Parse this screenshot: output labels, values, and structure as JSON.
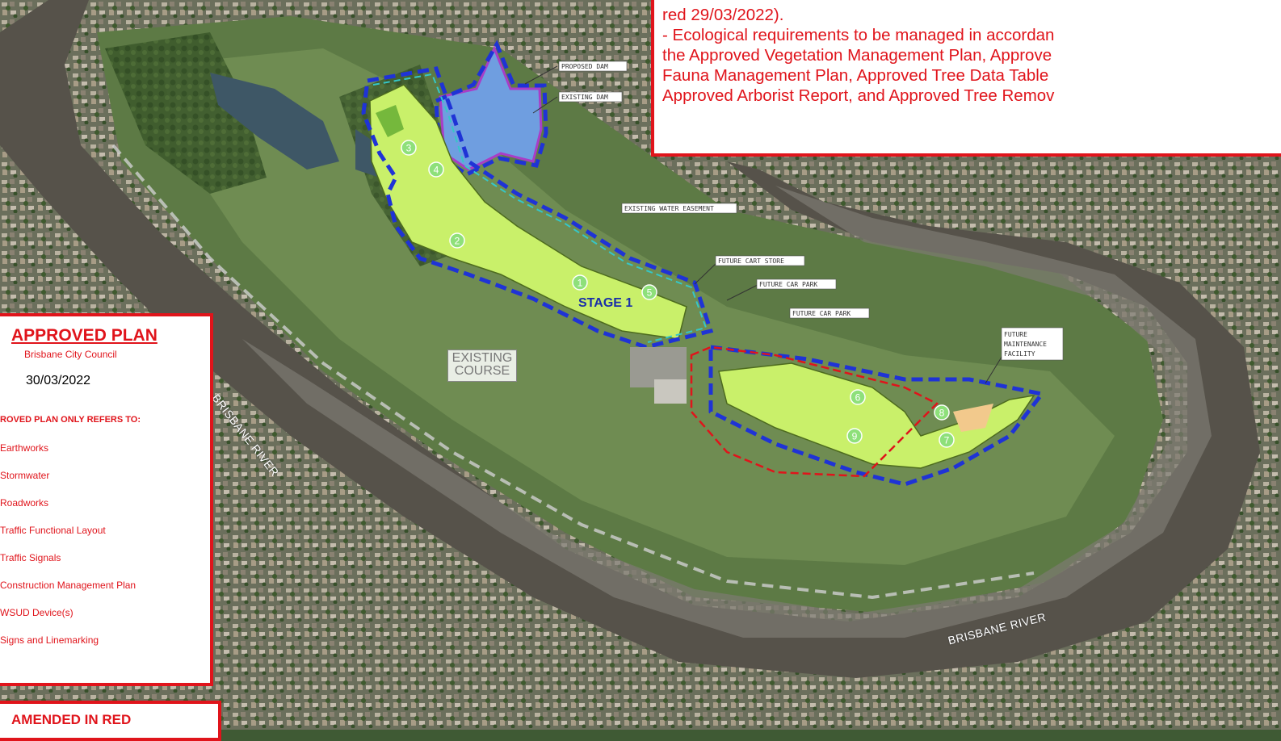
{
  "condition_note": {
    "lines": [
      "red 29/03/2022).",
      "- Ecological requirements to be managed in accordan",
      "the Approved Vegetation Management Plan, Approve",
      "Fauna Management Plan, Approved Tree Data Table",
      "Approved Arborist Report, and Approved Tree Remov"
    ]
  },
  "approved_plan": {
    "title": "APPROVED PLAN",
    "council": "Brisbane City Council",
    "date": "30/03/2022",
    "refers_to": "ROVED PLAN ONLY REFERS TO:",
    "items": [
      "Earthworks",
      "Stormwater",
      "Roadworks",
      "Traffic Functional Layout",
      "Traffic Signals",
      "Construction Management Plan",
      "WSUD Device(s)",
      "Signs and Linemarking"
    ]
  },
  "amended_panel": {
    "text": "AMENDED IN RED"
  },
  "map_labels": {
    "proposed_dam": "PROPOSED DAM",
    "existing_dam": "EXISTING DAM",
    "water_easement": "EXISTING WATER EASEMENT",
    "cart_store": "FUTURE CART STORE",
    "car_park_1": "FUTURE CAR PARK",
    "car_park_2": "FUTURE CAR PARK",
    "maintenance_1": "FUTURE",
    "maintenance_2": "MAINTENANCE",
    "maintenance_3": "FACILITY",
    "stage": "STAGE 1",
    "existing_1": "EXISTING",
    "existing_2": "COURSE",
    "river_left": "BRISBANE RIVER",
    "river_right": "BRISBANE RIVER"
  },
  "holes": [
    "1",
    "2",
    "3",
    "4",
    "5",
    "6",
    "7",
    "8",
    "9"
  ],
  "colors": {
    "accent_red": "#e0141b",
    "boundary_blue": "#1f33d6",
    "fairway_green": "#c9f06a",
    "dam_blue": "#6f9ee0"
  }
}
